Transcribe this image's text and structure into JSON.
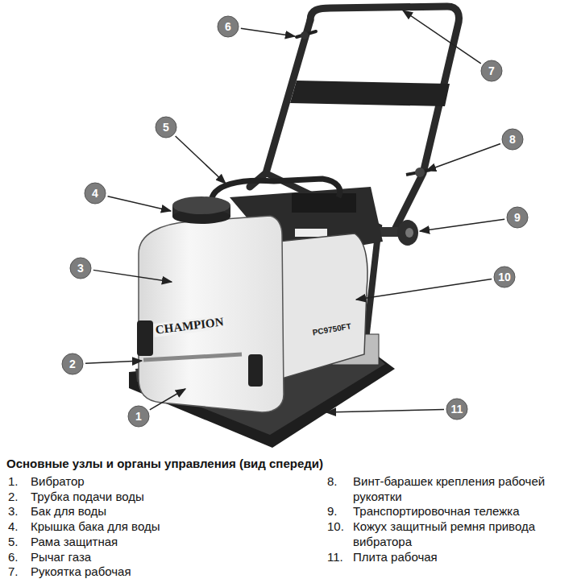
{
  "diagram": {
    "title": "Основные узлы и органы управления (вид спереди)",
    "nodes": [
      {
        "text": [
          "1"
        ]
      },
      {
        "text": [
          "2"
        ]
      },
      {
        "text": [
          "3"
        ]
      },
      {
        "text": [
          "4"
        ]
      },
      {
        "text": [
          "5"
        ]
      },
      {
        "text": [
          "6"
        ]
      },
      {
        "text": [
          "7"
        ]
      },
      {
        "text": [
          "8"
        ]
      },
      {
        "text": [
          "9"
        ]
      },
      {
        "text": [
          "10"
        ]
      },
      {
        "text": [
          "11"
        ]
      }
    ],
    "labels": [
      "1.",
      "Вибратор",
      "2.",
      "Трубка подачи воды",
      "3.",
      "Бак для воды",
      "4.",
      "Крышка бака для воды",
      "5.",
      "Рама защитная",
      "6.",
      "Рычаг газа",
      "7.",
      "Рукоятка рабочая",
      "8.",
      "Винт-барашек крепления рабочей рукоятки",
      "9.",
      "Транспортировочная тележка",
      "10.",
      "Кожух защитный ремня привода вибратора",
      "11.",
      "Плита рабочая",
      "CHAMPION",
      "PC9750FT"
    ]
  }
}
